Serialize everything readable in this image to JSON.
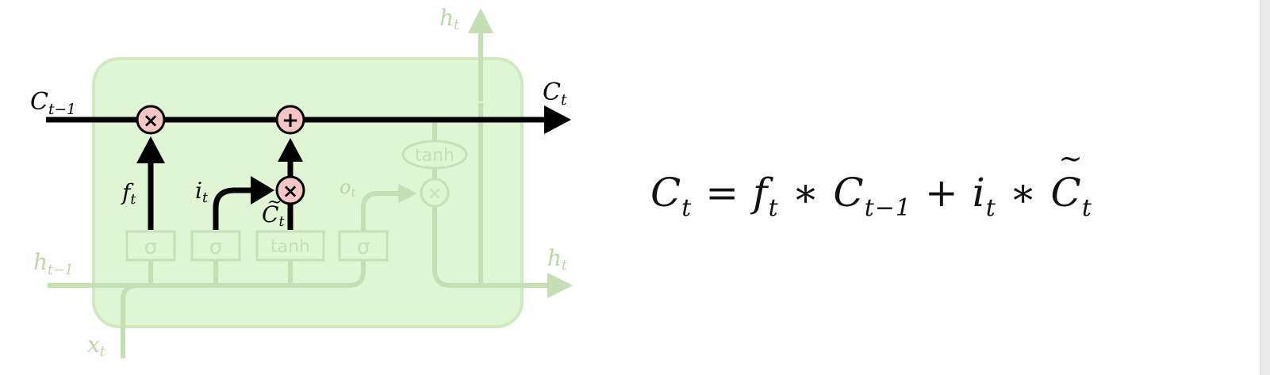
{
  "diagram": {
    "labels": {
      "c_prev": {
        "base": "C",
        "sub": "t−1"
      },
      "c_out": {
        "base": "C",
        "sub": "t"
      },
      "h_top": {
        "base": "h",
        "sub": "t"
      },
      "h_right": {
        "base": "h",
        "sub": "t"
      },
      "h_prev": {
        "base": "h",
        "sub": "t−1"
      },
      "x_in": {
        "base": "x",
        "sub": "t"
      },
      "f_gate": {
        "base": "f",
        "sub": "t"
      },
      "i_gate": {
        "base": "i",
        "sub": "t"
      },
      "c_cand": {
        "base": "C",
        "sub": "t"
      },
      "o_gate": {
        "base": "o",
        "sub": "t"
      }
    },
    "boxes": {
      "sigma_1": "σ",
      "sigma_2": "σ",
      "tanh_layer": "tanh",
      "sigma_3": "σ",
      "tanh_point": "tanh"
    },
    "ops": {
      "forget_mult": "×",
      "add": "+",
      "input_mult": "×",
      "output_mult": "×"
    },
    "colors": {
      "cell_bg": "#dff5d3",
      "cell_border": "#cfeabf",
      "faded": "#c4dfb4",
      "op_fill": "#f6c6c6",
      "line": "#000000"
    }
  },
  "equation": {
    "lhs": {
      "base": "C",
      "sub": "t"
    },
    "eq": "=",
    "f": {
      "base": "f",
      "sub": "t"
    },
    "star1": "∗",
    "cprev": {
      "base": "C",
      "sub": "t−1"
    },
    "plus": "+",
    "i": {
      "base": "i",
      "sub": "t"
    },
    "star2": "∗",
    "ctilde": {
      "base": "C",
      "sub": "t"
    }
  }
}
